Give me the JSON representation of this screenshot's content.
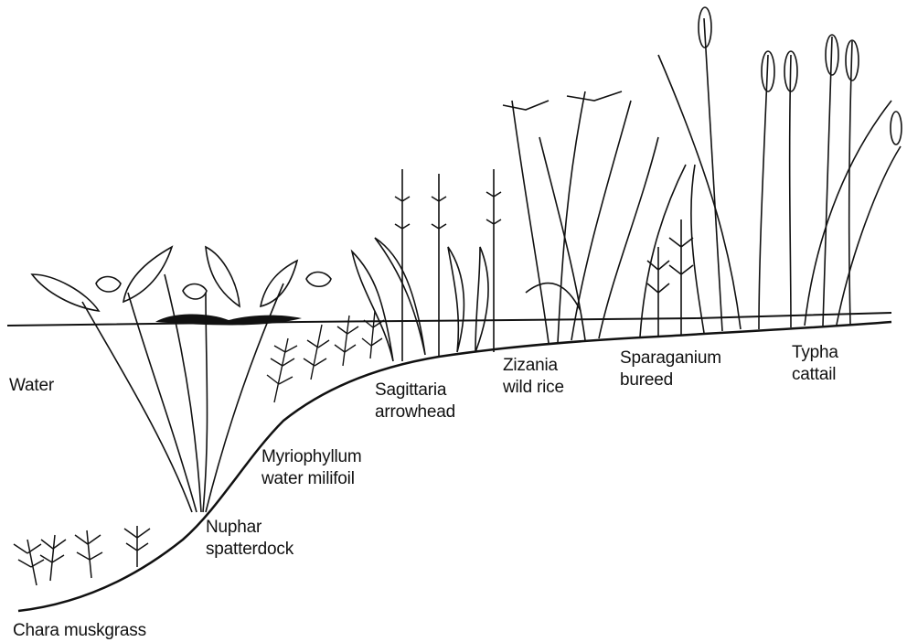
{
  "labels": {
    "water": "Water",
    "chara": "Chara muskgrass",
    "nuphar": [
      "Nuphar",
      "spatterdock"
    ],
    "myriophyllum": [
      "Myriophyllum",
      "water milifoil"
    ],
    "sagittaria": [
      "Sagittaria",
      "arrowhead"
    ],
    "zizania": [
      "Zizania",
      "wild rice"
    ],
    "sparganium": [
      "Sparaganium",
      "bureed"
    ],
    "typha": [
      "Typha",
      "cattail"
    ]
  }
}
